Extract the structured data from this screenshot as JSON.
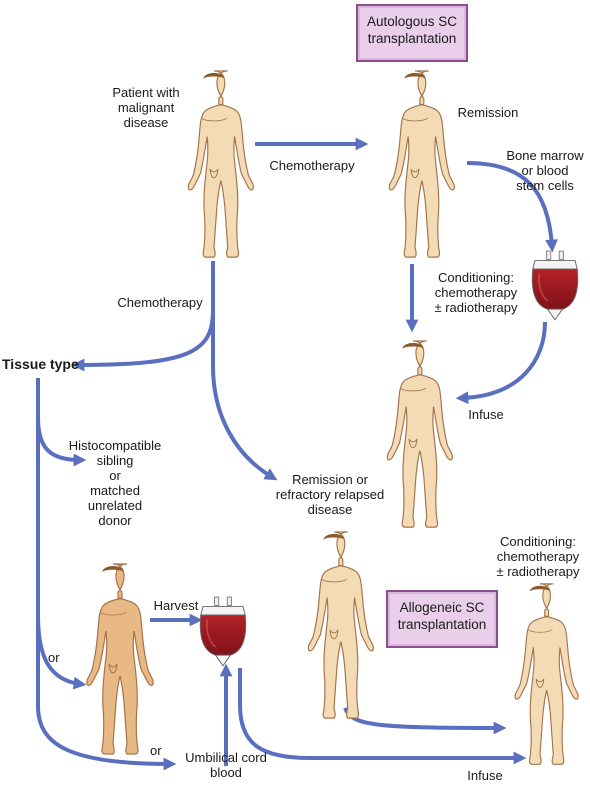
{
  "boxes": {
    "autologous": "Autologous SC\ntransplantation",
    "allogeneic": "Allogeneic SC\ntransplantation"
  },
  "labels": {
    "patient": "Patient with\nmalignant\ndisease",
    "chemo_top": "Chemotherapy",
    "remission": "Remission",
    "bone_marrow": "Bone marrow\nor blood\nstem cells",
    "conditioning_1": "Conditioning:\nchemotherapy\n± radiotherapy",
    "chemo_left": "Chemotherapy",
    "tissue_type": "Tissue type",
    "infuse_1": "Infuse",
    "histocompatible": "Histocompatible\nsibling\nor\nmatched\nunrelated\ndonor",
    "remission_or": "Remission or\nrefractory relapsed\ndisease",
    "conditioning_2": "Conditioning:\nchemotherapy\n± radiotherapy",
    "harvest": "Harvest",
    "or_1": "or",
    "or_2": "or",
    "umbilical": "Umbilical cord\nblood",
    "infuse_2": "Infuse"
  },
  "colors": {
    "arrow": "#5a6fbe",
    "skin_light": "#f3dcb5",
    "skin_dark": "#e8b985",
    "blood": "#9e1a20",
    "box_fill": "#e9cfe9",
    "box_border": "#8a4f8f"
  }
}
